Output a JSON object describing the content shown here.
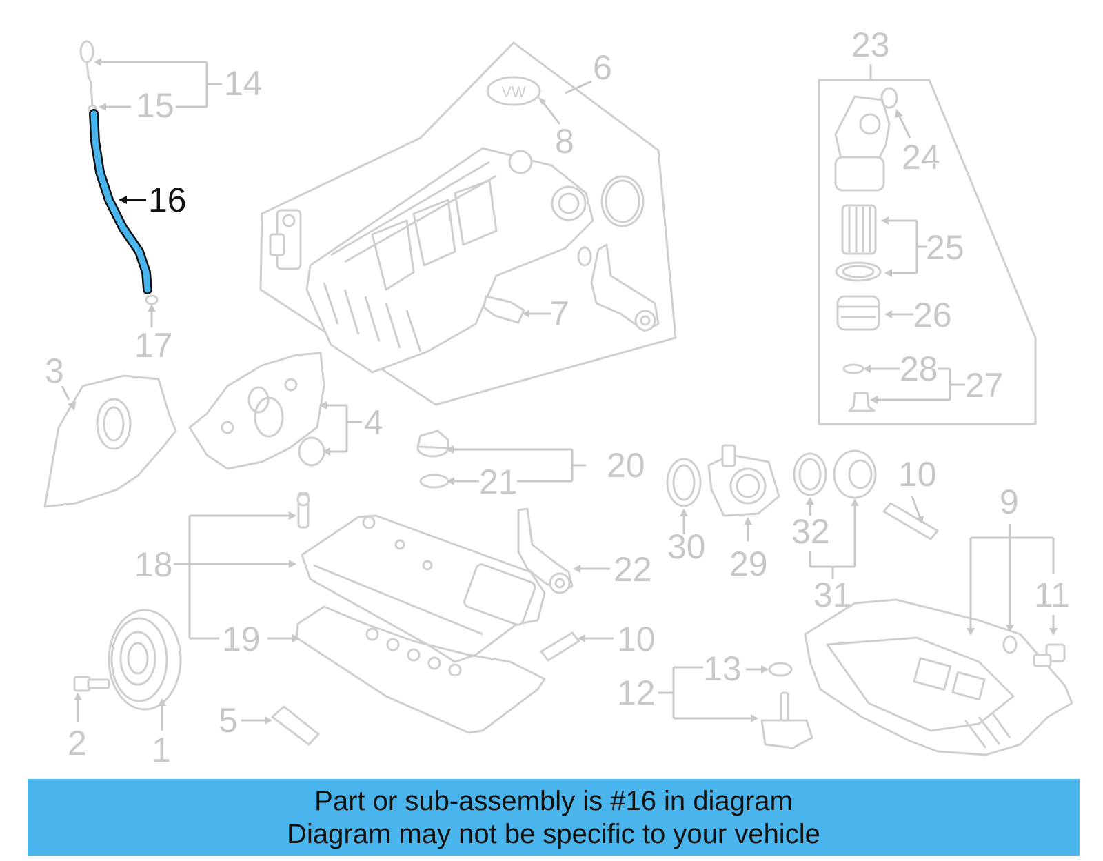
{
  "highlight_color": "#4ab4ec",
  "callouts": {
    "c1": "1",
    "c2": "2",
    "c3": "3",
    "c4": "4",
    "c5": "5",
    "c6": "6",
    "c7": "7",
    "c8": "8",
    "c9": "9",
    "c10a": "10",
    "c10b": "10",
    "c11": "11",
    "c12": "12",
    "c13": "13",
    "c14": "14",
    "c15": "15",
    "c16": "16",
    "c17": "17",
    "c18": "18",
    "c19": "19",
    "c20": "20",
    "c21": "21",
    "c22": "22",
    "c23": "23",
    "c24": "24",
    "c25": "25",
    "c26": "26",
    "c27": "27",
    "c28": "28",
    "c29": "29",
    "c30": "30",
    "c31": "31",
    "c32": "32"
  },
  "highlighted_part": "16",
  "banner": {
    "line1": "Part or sub-assembly is #16 in diagram",
    "line2": "Diagram may not be specific to your vehicle"
  }
}
